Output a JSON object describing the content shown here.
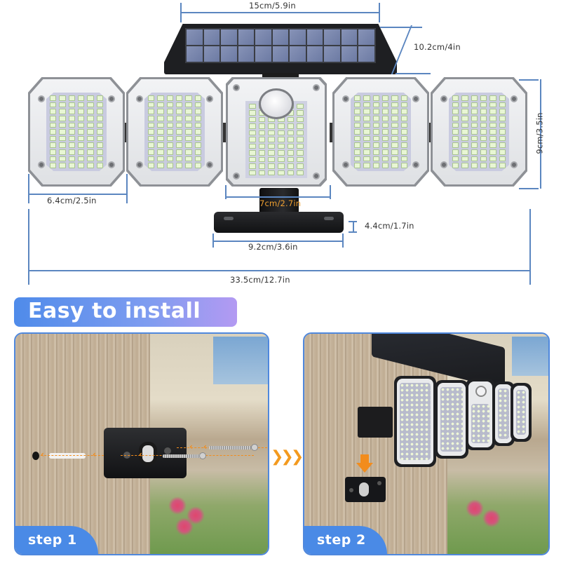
{
  "product_diagram": {
    "dimensions": {
      "solar_width": "15cm/5.9in",
      "solar_depth": "10.2cm/4in",
      "head_height": "9cm/3.5in",
      "head_width": "6.4cm/2.5in",
      "center_head_width": "7cm/2.7in",
      "base_height": "4.4cm/1.7in",
      "base_width": "9.2cm/3.6in",
      "total_width": "33.5cm/12.7in"
    },
    "colors": {
      "dimension_line": "#5b86c0",
      "highlight_label": "#f0a030"
    },
    "solar_cells": {
      "rows": 2,
      "cols": 11
    },
    "lamp_heads": [
      {
        "position": "far-left",
        "type": "led-panel"
      },
      {
        "position": "left",
        "type": "led-panel"
      },
      {
        "position": "center",
        "type": "led-panel-with-motion-sensor"
      },
      {
        "position": "right",
        "type": "led-panel"
      },
      {
        "position": "far-right",
        "type": "led-panel"
      }
    ]
  },
  "install_section": {
    "title": "Easy to install",
    "title_gradient": [
      "#4f8bea",
      "#b39af2"
    ],
    "separator_icon": "triple-chevron-right",
    "separator_color": "#f39a1e",
    "steps": [
      {
        "label": "step 1",
        "description_visual": "screw bracket onto wooden wall with anchor and screws"
      },
      {
        "label": "step 2",
        "description_visual": "slide lamp arm down onto mounted bracket"
      }
    ],
    "badge_color": "#4a8ae6",
    "panel_border_color": "#4f88dd"
  }
}
